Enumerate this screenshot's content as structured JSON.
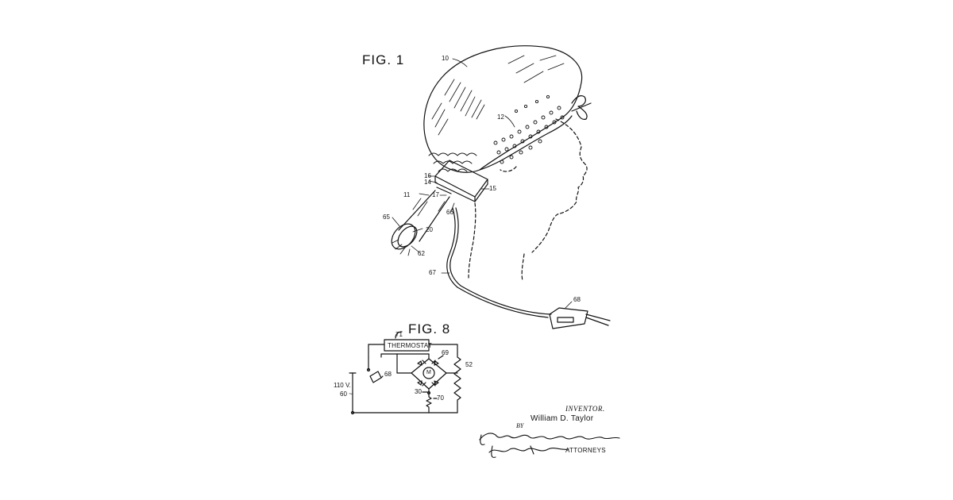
{
  "figures": {
    "fig1_title": "FIG. 1",
    "fig8_title": "FIG. 8"
  },
  "fig1_refs": {
    "r10": "10",
    "r12": "12",
    "r16": "16",
    "r14": "14",
    "r11": "11",
    "r17": "17",
    "r15": "15",
    "r66": "66",
    "r65": "65",
    "r20": "20",
    "r62": "62",
    "r67": "67",
    "r68": "68"
  },
  "fig8_refs": {
    "r71": "71",
    "thermostat": "THERMOSTAT",
    "r69": "69",
    "r52": "52",
    "r68": "68",
    "v110": "110 V.",
    "hz60": "60 ~",
    "motor": "M",
    "r30": "30",
    "r70": "70"
  },
  "inventor": {
    "caption": "INVENTOR.",
    "name": "William D. Taylor",
    "by": "BY",
    "signature_line1": "Rennie, Edmonds, Morton,",
    "signature_line2": "Taylor & Adams",
    "attorneys": "ATTORNEYS"
  }
}
